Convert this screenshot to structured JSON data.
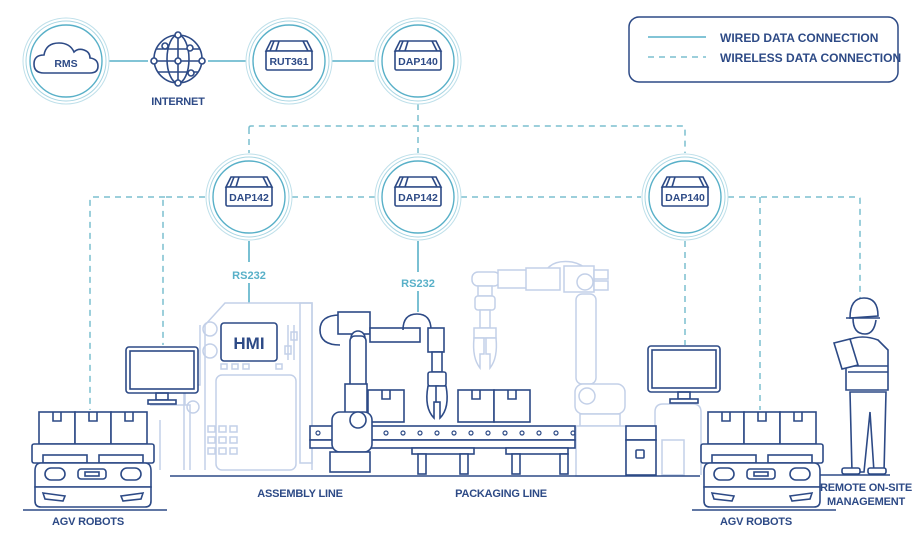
{
  "legend": {
    "wired_label": "WIRED DATA CONNECTION",
    "wireless_label": "WIRELESS DATA CONNECTION"
  },
  "colors": {
    "ink": "#2d4a86",
    "connection": "#58b0c8",
    "pale_equipment": "#c3d0e8",
    "background": "#ffffff"
  },
  "top_row": {
    "cloud": {
      "label": "RMS",
      "icon": "cloud-icon"
    },
    "internet": {
      "label": "INTERNET",
      "icon": "globe-network-icon"
    },
    "router": {
      "label": "RUT361",
      "icon": "router-icon"
    },
    "gateway": {
      "label": "DAP140",
      "icon": "router-icon"
    }
  },
  "second_row": [
    {
      "label": "DAP142",
      "icon": "router-icon",
      "link_label": "RS232",
      "connects_to": "HMI"
    },
    {
      "label": "DAP142",
      "icon": "router-icon",
      "link_label": "RS232",
      "connects_to": "robot arm"
    },
    {
      "label": "DAP140",
      "icon": "router-icon"
    }
  ],
  "equipment": {
    "hmi_label": "HMI"
  },
  "section_labels": {
    "agv_left": "AGV ROBOTS",
    "assembly": "ASSEMBLY LINE",
    "packaging": "PACKAGING LINE",
    "agv_right": "AGV ROBOTS",
    "remote_line1": "REMOTE ON-SITE",
    "remote_line2": "MANAGEMENT"
  }
}
